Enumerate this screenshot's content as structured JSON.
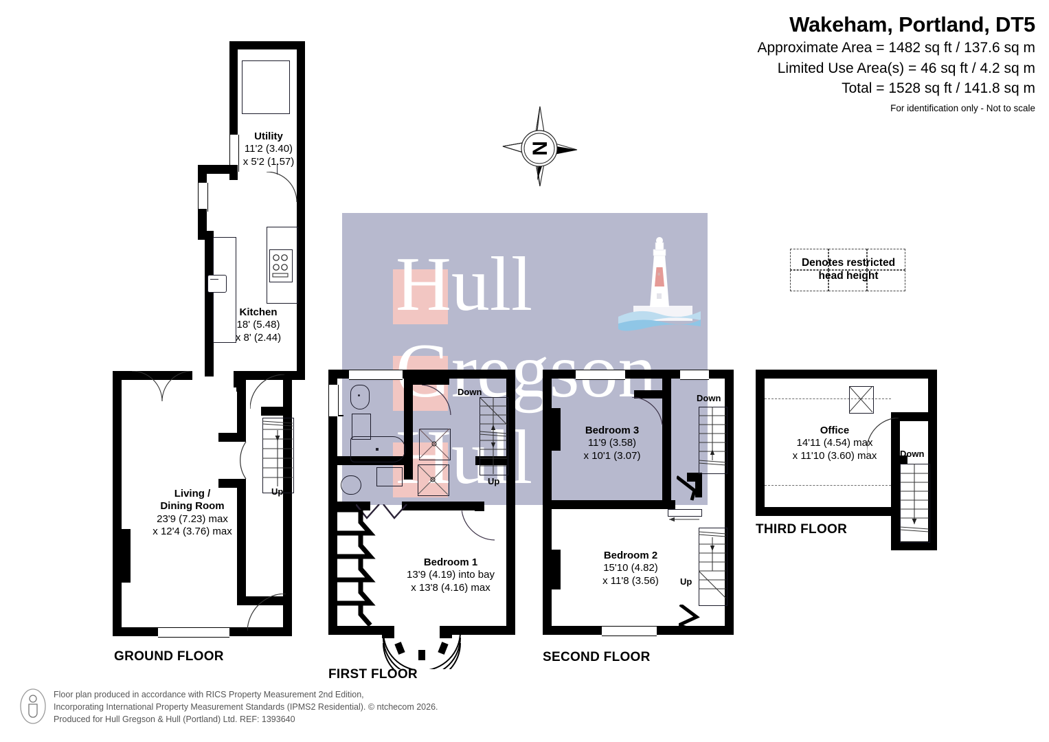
{
  "header": {
    "title": "Wakeham, Portland, DT5",
    "approx_area": "Approximate Area = 1482 sq ft / 137.6 sq m",
    "limited_use": "Limited Use Area(s) = 46 sq ft / 4.2 sq m",
    "total": "Total = 1528 sq ft / 141.8 sq m",
    "disclaimer": "For identification only - Not to scale"
  },
  "legend": {
    "line1": "Denotes restricted",
    "line2": "head height",
    "text": "Denotes restricted head height"
  },
  "compass": {
    "label": "N"
  },
  "watermark": {
    "line1": "Hull",
    "line2": "Gregson",
    "line3": "Hull",
    "logo": "lighthouse-logo",
    "overlay_color": "#b7b9ce",
    "accent_color": "#f2c6c2"
  },
  "floors": [
    {
      "id": "ground",
      "label": "GROUND FLOOR",
      "rooms": [
        {
          "name": "Utility",
          "dim1": "11'2 (3.40)",
          "dim2": "x 5'2 (1.57)"
        },
        {
          "name": "Kitchen",
          "dim1": "18' (5.48)",
          "dim2": "x 8' (2.44)"
        },
        {
          "name": "Living  /",
          "name2": "Dining Room",
          "dim1": "23'9 (7.23) max",
          "dim2": "x 12'4 (3.76) max"
        }
      ],
      "stairs": [
        {
          "label": "Up"
        }
      ]
    },
    {
      "id": "first",
      "label": "FIRST FLOOR",
      "rooms": [
        {
          "name": "Bedroom 1",
          "dim1": "13'9 (4.19) into bay",
          "dim2": "x 13'8 (4.16) max"
        }
      ],
      "stairs": [
        {
          "label": "Down"
        },
        {
          "label": "Up"
        }
      ]
    },
    {
      "id": "second",
      "label": "SECOND FLOOR",
      "rooms": [
        {
          "name": "Bedroom 3",
          "dim1": "11'9 (3.58)",
          "dim2": "x 10'1 (3.07)"
        },
        {
          "name": "Bedroom 2",
          "dim1": "15'10 (4.82)",
          "dim2": "x 11'8 (3.56)"
        }
      ],
      "stairs": [
        {
          "label": "Down"
        },
        {
          "label": "Up"
        }
      ]
    },
    {
      "id": "third",
      "label": "THIRD FLOOR",
      "rooms": [
        {
          "name": "Office",
          "dim1": "14'11 (4.54) max",
          "dim2": "x 11'10 (3.60) max"
        }
      ],
      "stairs": [
        {
          "label": "Down"
        }
      ]
    }
  ],
  "footer": {
    "line1": "Floor plan produced in accordance with RICS Property Measurement 2nd Edition,",
    "line2": "Incorporating International Property Measurement Standards (IPMS2 Residential).   © ntchecom 2026.",
    "line3": "Produced for Hull Gregson & Hull (Portland) Ltd.   REF: 1393640"
  }
}
